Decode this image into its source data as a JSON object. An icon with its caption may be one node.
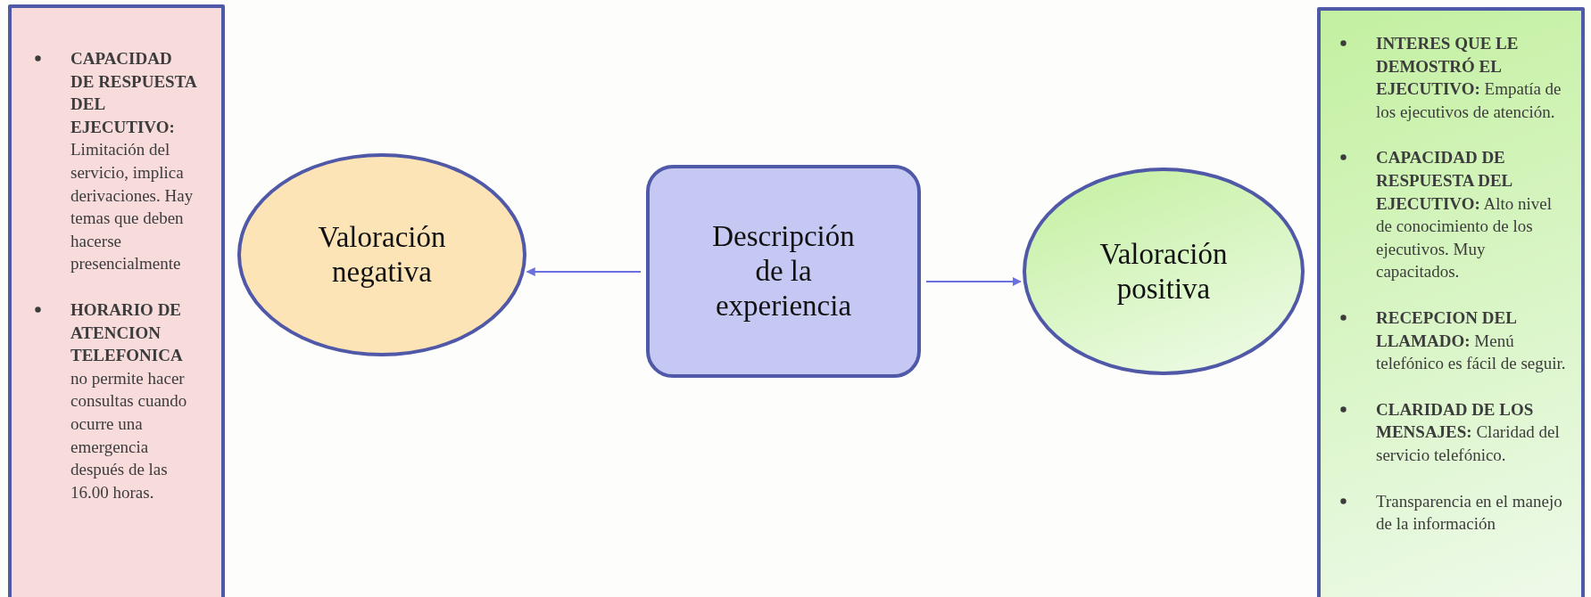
{
  "diagram": {
    "nodes": [
      {
        "text": [
          "**CAPACIDAD DE RESPUESTA DEL EJECUTIVO:** Limitación del servicio, implica derivaciones. Hay temas que deben hacerse presencialmente",
          "**HORARIO DE ATENCION TELEFONICA** no permite hacer consultas cuando ocurre una emergencia después de las 16.00 horas."
        ]
      },
      {
        "text": [
          "Valoración negativa"
        ]
      },
      {
        "text": [
          "Descripción de la experiencia"
        ]
      },
      {
        "text": [
          "Valoración positiva"
        ]
      },
      {
        "text": [
          "**INTERES QUE LE DEMOSTRÓ EL EJECUTIVO:** Empatía de los ejecutivos de atención.",
          "**CAPACIDAD DE RESPUESTA DEL EJECUTIVO:** Alto nivel de conocimiento de los ejecutivos. Muy capacitados.",
          "**RECEPCION DEL LLAMADO:** Menú telefónico es fácil de seguir.",
          "**CLARIDAD DE LOS MENSAJES:** Claridad del servicio telefónico.",
          "Transparencia en el manejo de la información"
        ]
      }
    ],
    "edges": [
      {
        "from": 2,
        "to": 1,
        "arrow": "to"
      },
      {
        "from": 2,
        "to": 3,
        "arrow": "to"
      }
    ]
  }
}
